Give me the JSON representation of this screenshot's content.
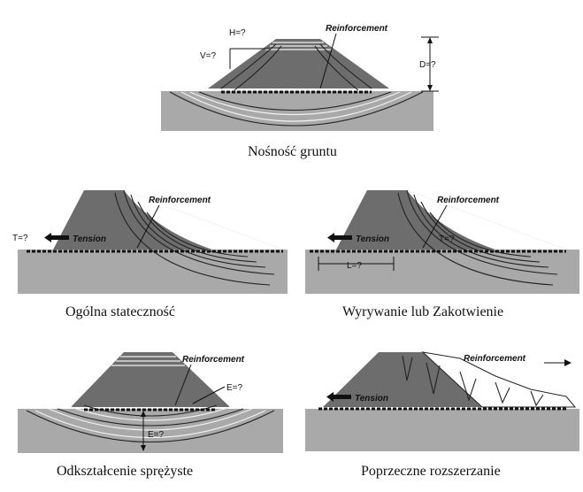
{
  "reinforcement_label": "Reinforcement",
  "tension_label": "Tension",
  "panels": {
    "bearing": {
      "caption": "Nośność gruntu",
      "h_label": "H=?",
      "v_label": "V=?",
      "d_label": "D=?"
    },
    "global": {
      "caption": "Ogólna stateczność",
      "t_label": "T=?"
    },
    "pullout": {
      "caption": "Wyrywanie lub Zakotwienie",
      "t_label": "T=?",
      "l_label": "L=?"
    },
    "elastic": {
      "caption": "Odkształcenie sprężyste",
      "e_label": "E=?",
      "e2_label": "E=?"
    },
    "lateral": {
      "caption": "Poprzeczne rozszerzanie"
    }
  },
  "colors": {
    "ground": "#a9a9a9",
    "soil": "#6d6d6d",
    "ink": "#111111"
  }
}
